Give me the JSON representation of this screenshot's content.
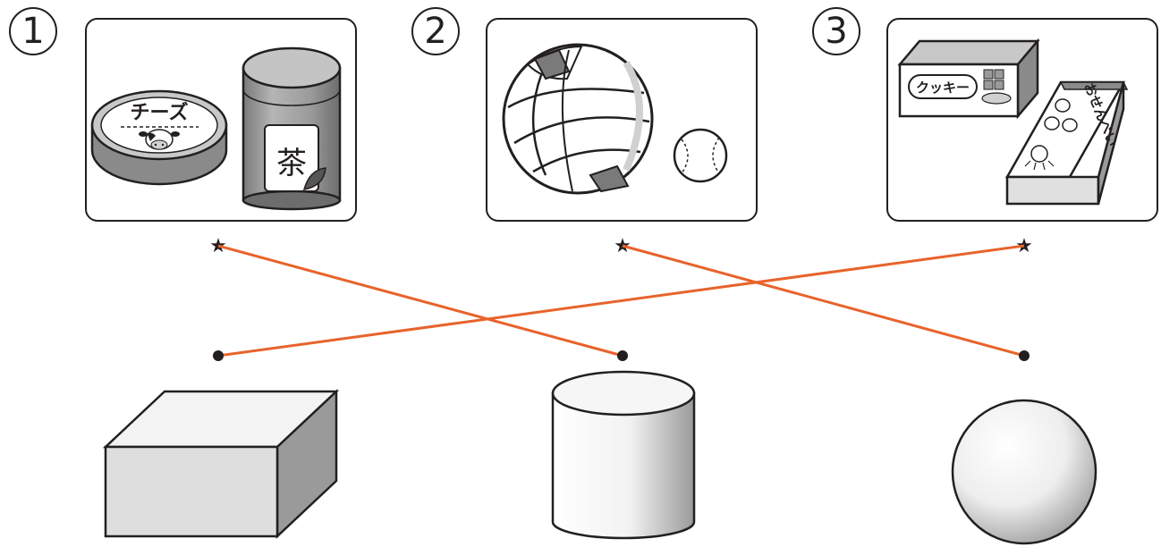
{
  "questions": [
    {
      "number": "1",
      "items": [
        {
          "name": "cheese-tin",
          "label": "チーズ"
        },
        {
          "name": "tea-can",
          "label": "茶"
        }
      ]
    },
    {
      "number": "2",
      "items": [
        {
          "name": "volleyball",
          "label": ""
        },
        {
          "name": "baseball",
          "label": ""
        }
      ]
    },
    {
      "number": "3",
      "items": [
        {
          "name": "cookie-box",
          "label": "クッキー"
        },
        {
          "name": "senbei-box",
          "label": "おせんべい"
        }
      ]
    }
  ],
  "shapes": [
    "rectangular-box",
    "cylinder",
    "sphere"
  ],
  "answer_lines": [
    {
      "from_question": "1",
      "to_shape": "cylinder"
    },
    {
      "from_question": "2",
      "to_shape": "sphere"
    },
    {
      "from_question": "3",
      "to_shape": "rectangular-box"
    }
  ],
  "colors": {
    "line": "#e8632b",
    "ink": "#231f20",
    "gray": "#8a8a8a",
    "lightgray": "#d9d9d9"
  }
}
